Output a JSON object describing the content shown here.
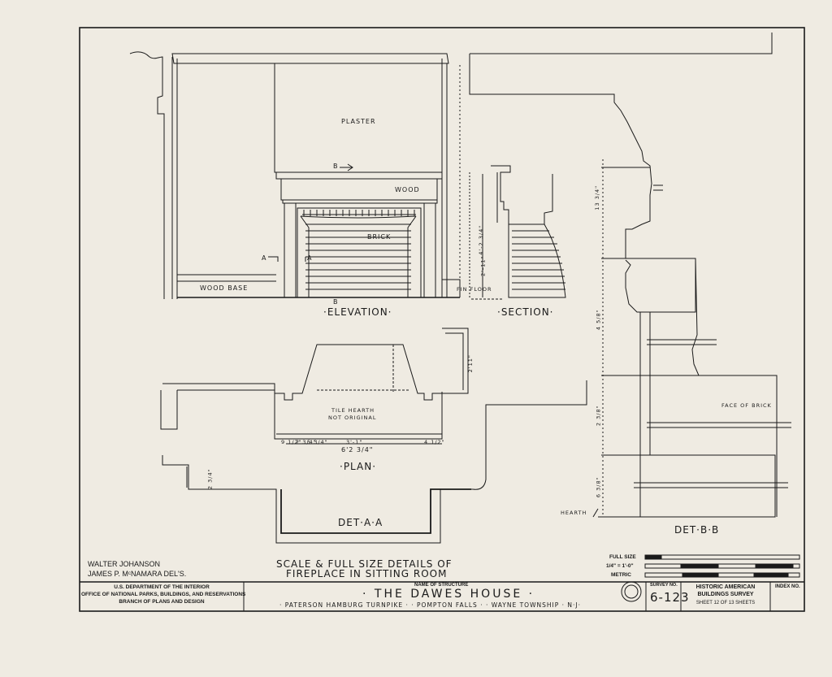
{
  "drawing": {
    "labels": {
      "plaster": "PLASTER",
      "wood": "WOOD",
      "brick": "BRICK",
      "wood_base": "WOOD BASE",
      "fin_floor": "FIN FLOOR",
      "tile_hearth_1": "TILE HEARTH",
      "tile_hearth_2": "NOT ORIGINAL",
      "face_of_brick": "FACE OF BRICK",
      "hearth": "HEARTH",
      "sec_b_top": "B",
      "sec_b_bottom": "B",
      "sec_a_left": "A",
      "sec_a_right": "A"
    },
    "view_titles": {
      "elevation": "·ELEVATION·",
      "section": "·SECTION·",
      "plan": "·PLAN·",
      "det_aa": "DET·A·A",
      "det_bb": "DET·B·B"
    },
    "dimensions": {
      "plan_overall": "6'2 3/4\"",
      "plan_opening": "3'-1\"",
      "plan_d1": "9 1/2\"",
      "plan_d2": "2 3/4\"",
      "plan_d3": "5 3/4\"",
      "plan_d4": "4 1/2\"",
      "plan_d5": "2'11\"",
      "plan_side": "2 3/4\"",
      "bb_top": "13 3/4\"",
      "bb_mid": "4 5/8\"",
      "bb_low": "2 3/8\"",
      "bb_bottom": "6 3/8\"",
      "elev_height": "4'-2 3/4\"",
      "elev_lower": "2'-11\""
    },
    "scales": {
      "full_size": "FULL SIZE",
      "quarter_inch": "1/4\" = 1'-0\"",
      "metric": "METRIC"
    }
  },
  "credits": {
    "line1": "WALTER JOHANSON",
    "line2": "JAMES P. MᶜNAMARA  DEL'S."
  },
  "sheet_title": {
    "line1": "SCALE & FULL SIZE DETAILS OF",
    "line2": "FIREPLACE IN SITTING ROOM"
  },
  "title_block": {
    "agency_1": "U.S. DEPARTMENT OF THE INTERIOR",
    "agency_2": "OFFICE OF NATIONAL PARKS, BUILDINGS, AND RESERVATIONS",
    "agency_3": "BRANCH OF PLANS AND DESIGN",
    "name_caption": "NAME OF STRUCTURE",
    "structure_name": "· THE    DAWES   HOUSE ·",
    "location": "· PATERSON  HAMBURG  TURNPIKE ·     · POMPTON   FALLS ·      · WAYNE  TOWNSHIP · N·J·",
    "survey_caption": "SURVEY NO.",
    "survey_no": "6-123",
    "habs_1": "HISTORIC AMERICAN",
    "habs_2": "BUILDINGS SURVEY",
    "sheet_info": "SHEET 12 OF 13 SHEETS",
    "index_caption": "INDEX NO."
  }
}
